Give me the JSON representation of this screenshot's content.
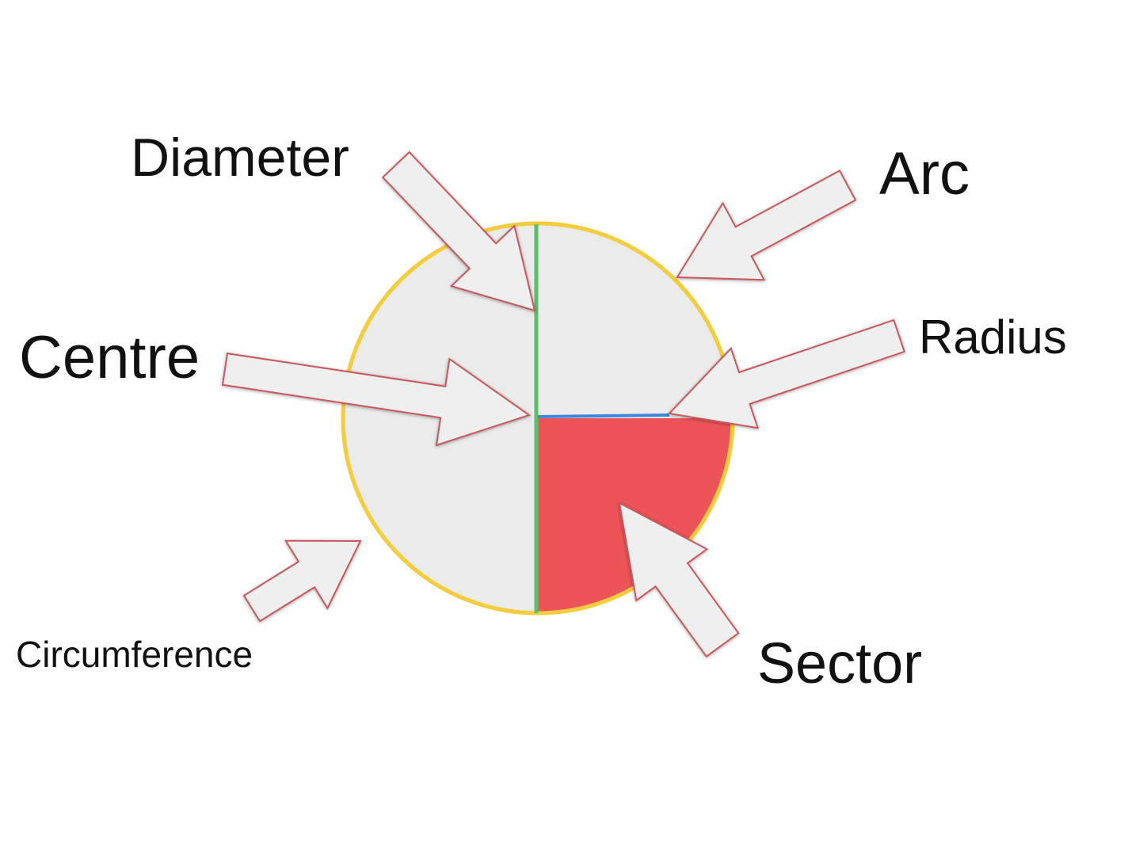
{
  "labels": {
    "diameter": "Diameter",
    "arc": "Arc",
    "centre": "Centre",
    "radius": "Radius",
    "circumference": "Circumference",
    "sector": "Sector"
  },
  "colors": {
    "circle_fill": "#ebebeb",
    "circumference_outline": "#f4cd3e",
    "diameter_line": "#5bbf6a",
    "radius_line": "#3f86d8",
    "sector_fill": "#ec5457",
    "arrow_fill": "#efefef",
    "arrow_outline": "#c8585c"
  }
}
